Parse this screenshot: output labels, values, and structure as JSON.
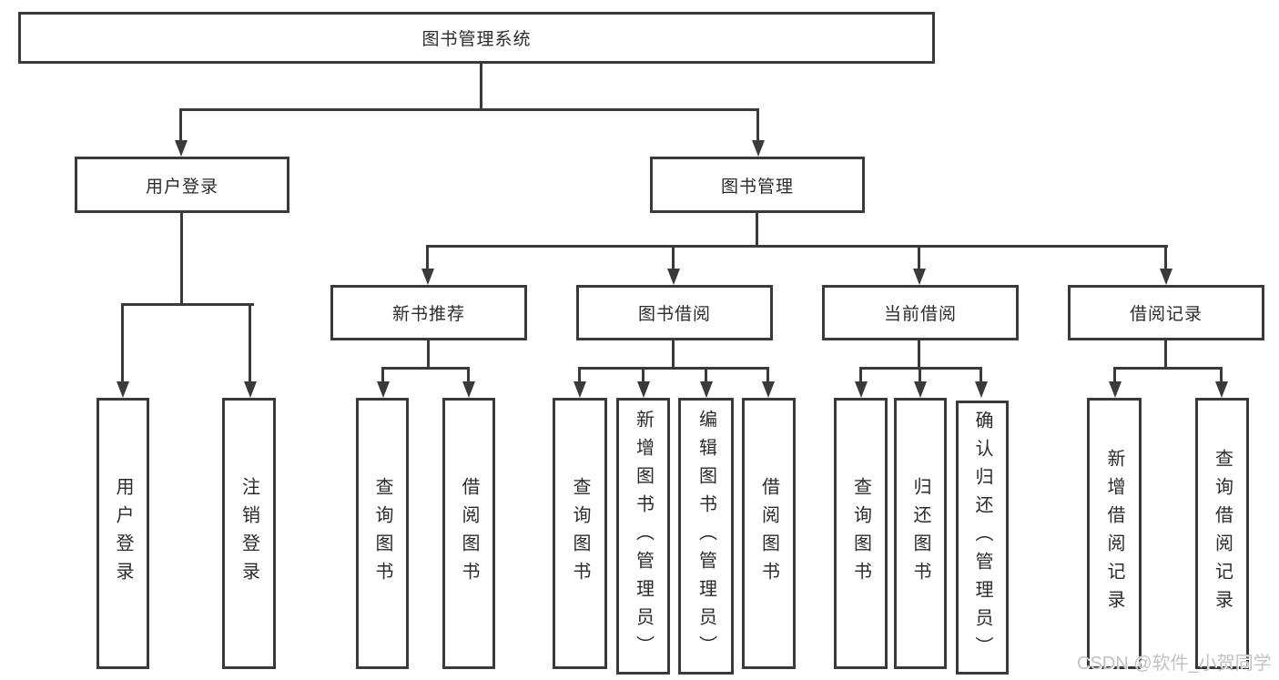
{
  "diagram_title": "图书管理系统",
  "colors": {
    "line": "#3a3a3a",
    "box_border": "#3a3a3a",
    "text": "#2b2b2b",
    "background": "#ffffff",
    "watermark": "#c2c2c2"
  },
  "tree": {
    "root": "图书管理系统",
    "level2": {
      "user_login": "用户登录",
      "book_mgmt": "图书管理"
    },
    "user_login_children": {
      "login": "用户登录",
      "logout": "注销登录"
    },
    "book_mgmt_children": {
      "new_book": "新书推荐",
      "borrow": "图书借阅",
      "current": "当前借阅",
      "records": "借阅记录"
    },
    "new_book_children": {
      "query": "查询图书",
      "borrow": "借阅图书"
    },
    "borrow_children": {
      "query": "查询图书",
      "add": "新增图书（管理员）",
      "edit": "编辑图书（管理员）",
      "borrow": "借阅图书"
    },
    "current_children": {
      "query": "查询图书",
      "return": "归还图书",
      "confirm": "确认归还（管理员）"
    },
    "records_children": {
      "add": "新增借阅记录",
      "query": "查询借阅记录"
    }
  },
  "watermark": "CSDN @软件_小贺同学"
}
